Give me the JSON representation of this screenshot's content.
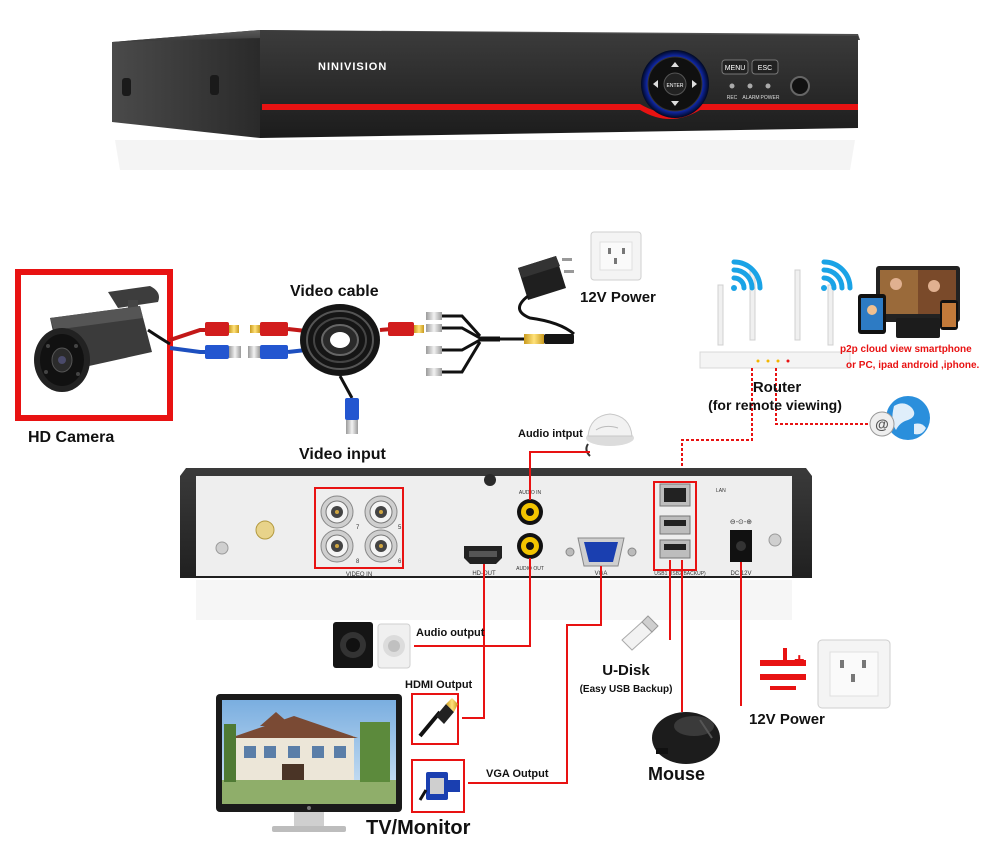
{
  "dvr_front": {
    "brand": "NINIVISION",
    "menu_label": "MENU",
    "esc_label": "ESC",
    "enter_label": "ENTER",
    "led_labels": [
      "REC",
      "ALARM",
      "POWER"
    ]
  },
  "rear_panel": {
    "video_in_label": "VIDEO IN",
    "audio_in_label": "AUDIO IN",
    "audio_out_label": "AUDIO OUT",
    "hd_out_label": "HD-OUT",
    "vga_label": "VGA",
    "lan_label": "LAN",
    "usb_label": "USB1 USB2(BACKUP)",
    "dc_label": "DC 12V",
    "bnc_numbers": [
      "7",
      "5",
      "8",
      "6"
    ]
  },
  "labels": {
    "hd_camera": "HD Camera",
    "video_cable": "Video cable",
    "video_input": "Video input",
    "power_top": "12V Power",
    "router": "Router",
    "router_sub": "(for remote viewing)",
    "p2p_line1": "p2p cloud  view smartphone",
    "p2p_line2": "or PC, ipad android ,iphone.",
    "audio_input": "Audio intput",
    "audio_output": "Audio output",
    "hdmi_output": "HDMI Output",
    "vga_output": "VGA Output",
    "udisk": "U-Disk",
    "udisk_sub": "(Easy USB Backup)",
    "mouse": "Mouse",
    "power_bottom": "12V Power",
    "tv_monitor": "TV/Monitor"
  },
  "colors": {
    "accent_red": "#e81212",
    "dvr_body": "#2e2e2e",
    "router_body": "#f2f2f2",
    "wifi_blue": "#1aa3e6"
  }
}
